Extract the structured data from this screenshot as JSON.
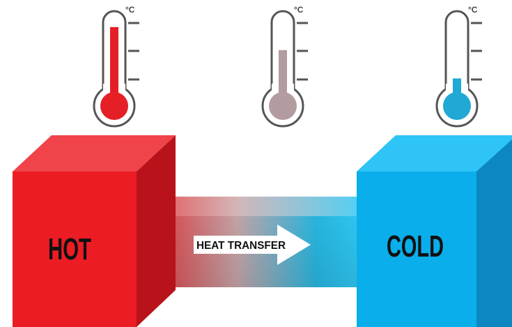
{
  "thermometers": {
    "unit": "°C",
    "hot": {
      "level": 0.92,
      "color": "#e41f26"
    },
    "medium": {
      "level": 0.62,
      "color": "#b39c9f"
    },
    "cold": {
      "level": 0.25,
      "color": "#1fa9d4"
    }
  },
  "blocks": {
    "hot": {
      "label": "HOT",
      "color_front": "#ec1c24",
      "color_side": "#b8131a",
      "color_top": "#f0444a"
    },
    "cold": {
      "label": "COLD",
      "color_front": "#0aaeea",
      "color_side": "#0c87c2",
      "color_top": "#2ec4f5"
    }
  },
  "transfer": {
    "label": "HEAT TRANSFER",
    "color_start": "#e63338",
    "color_end": "#1fb2dc"
  }
}
